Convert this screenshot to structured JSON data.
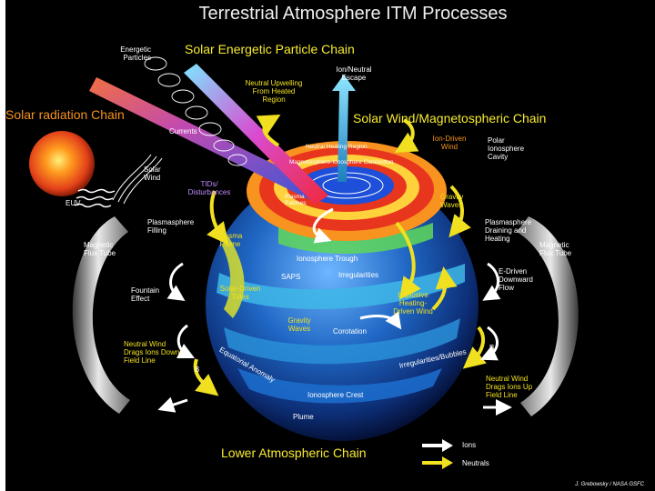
{
  "title": "Terrestrial Atmosphere ITM Processes",
  "chains": {
    "solar_energetic_particle": "Solar Energetic Particle Chain",
    "solar_radiation": "Solar radiation Chain",
    "solar_wind_magnetospheric": "Solar Wind/Magnetospheric Chain",
    "lower_atmospheric": "Lower Atmospheric Chain"
  },
  "labels": {
    "energetic_particles": "Energetic\nParticles",
    "neutral_upwelling": "Neutral Upwelling\nFrom Heated\nRegion",
    "ion_neutral_escape": "Ion/Neutral\nEscape",
    "currents": "Currents",
    "solar_wind": "Solar\nWind",
    "euv": "EUV",
    "tid_disturbances": "TIDs/\nDisturbances",
    "plasmasphere_filling": "Plasmasphere\nFilling",
    "magnetic_flux_tube_left": "Magnetic\nFlux Tube",
    "fountain_effect": "Fountain\nEffect",
    "neutral_wind_down": "Neutral Wind\nDrags Ions Down\nField Line",
    "neutral_heating_region": "Neutral Heating Region",
    "magnetosphere_ionosphere_connection": "Magnetosphere-Ionosphere Connection",
    "plasma_patches": "Plasma\nPatches",
    "ion_driven_wind": "Ion-Driven\nWind",
    "polar_ionosphere_cavity": "Polar\nIonosphere\nCavity",
    "gravity_waves_upper": "Gravity\nWaves",
    "plasmasphere_draining": "Plasmasphere\nDraining and\nHeating",
    "magnetic_flux_tube_right": "Magnetic\nFlux Tube",
    "e_driven_flow": "E-Driven\nDownward\nFlow",
    "ionosphere_trough": "Ionosphere Trough",
    "plasma_plume_upper": "Plasma\nPlume",
    "saps": "SAPS",
    "irregularities": "Irregularities",
    "implusive_heating": "Implusive\nHeating-\nDriven Wind",
    "solar_driven_tides": "Solar-Driven\nTides",
    "gravity_waves_lower": "Gravity\nWaves",
    "corotation": "Corotation",
    "equatorial_anomaly": "Equatorial Anomaly",
    "irregularities_bubbles": "Irregularities/Bubbles",
    "b_left": "B",
    "b_right": "B",
    "ionosphere_crest": "Ionosphere Crest",
    "neutral_wind_up": "Neutral Wind\nDrags Ions Up\nField Line",
    "plume_bottom": "Plume"
  },
  "legend": {
    "ions": "Ions",
    "neutrals": "Neutrals"
  },
  "credit": "J. Grebowsky / NASA GSFC",
  "colors": {
    "background": "#000000",
    "chain_text": "#f7eb30",
    "ion_arrow": "#ffffff",
    "neutral_arrow": "#f0e020",
    "heating_ring": "#e8361e",
    "sun": "#e85a14",
    "globe_ocean": "#1e5fb0"
  },
  "icons": [
    "sun-icon",
    "globe-icon",
    "flux-tube-icon",
    "ion-arrow-icon",
    "neutral-arrow-icon"
  ]
}
